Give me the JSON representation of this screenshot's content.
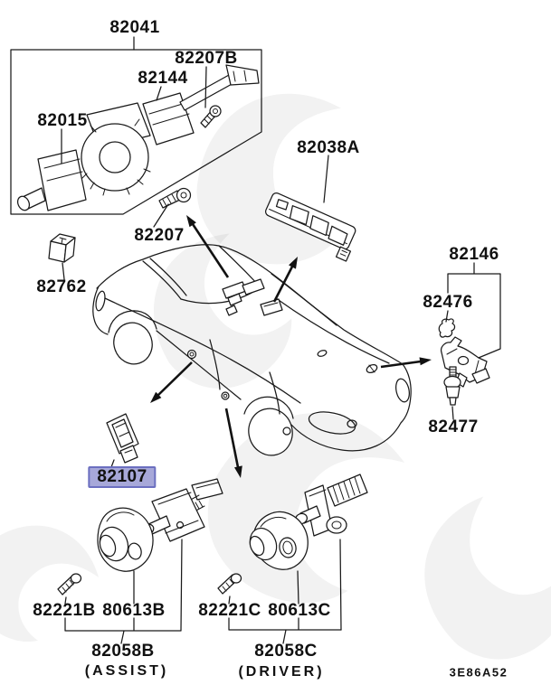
{
  "diagram": {
    "title_part": "82041",
    "highlighted_part": "82107",
    "doc_code": "3E86A52",
    "colors": {
      "background": "#ffffff",
      "line": "#1a1a1a",
      "highlight_fill": "#a7a8d9",
      "highlight_border": "#6b6fc0"
    },
    "labels": {
      "p82041": "82041",
      "p82207B": "82207B",
      "p82144": "82144",
      "p82015": "82015",
      "p82207": "82207",
      "p82762": "82762",
      "p82038A": "82038A",
      "p82146": "82146",
      "p82476": "82476",
      "p82477": "82477",
      "p82107": "82107",
      "p82221B": "82221B",
      "p80613B": "80613B",
      "p82058B": "82058B",
      "assist_caption": "(ASSIST)",
      "p82221C": "82221C",
      "p80613C": "80613C",
      "p82058C": "82058C",
      "driver_caption": "(DRIVER)",
      "doc_code": "3E86A52"
    }
  }
}
